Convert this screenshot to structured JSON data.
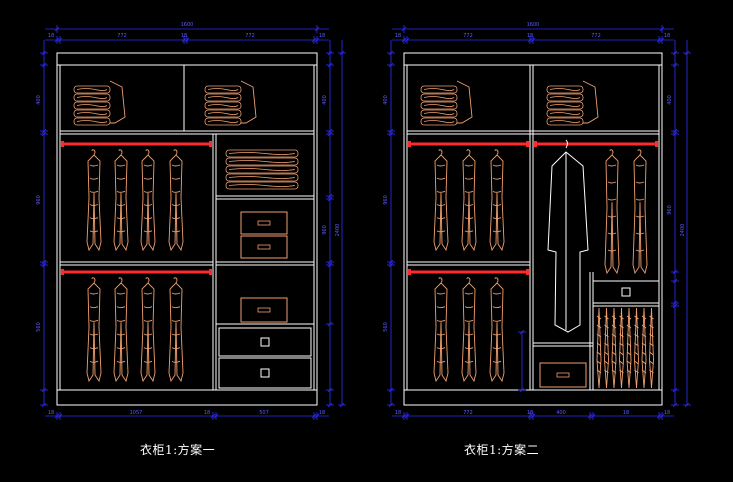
{
  "drawing_1": {
    "caption": "衣柜1:方案一",
    "top_dims": [
      "1600",
      "18",
      "772",
      "18",
      "772",
      "18"
    ],
    "bottom_dims": [
      "18",
      "1057",
      "18",
      "507",
      "18"
    ],
    "right_dims": [
      "18",
      "400",
      "18",
      "960",
      "18",
      "560",
      "18",
      "2400"
    ]
  },
  "drawing_2": {
    "caption": "衣柜1:方案二",
    "top_dims": [
      "1600",
      "18",
      "772",
      "18",
      "772",
      "18"
    ],
    "bottom_dims": [
      "18",
      "772",
      "18",
      "400",
      "18",
      "18"
    ],
    "right_dims": [
      "18",
      "400",
      "18",
      "960",
      "18",
      "560",
      "18",
      "2400"
    ]
  },
  "colors": {
    "background": "#000000",
    "cabinet_line": "#ffffff",
    "dimension_line": "#2d2dff",
    "garment": "#f0a070",
    "rail": "#ff2a2a"
  }
}
